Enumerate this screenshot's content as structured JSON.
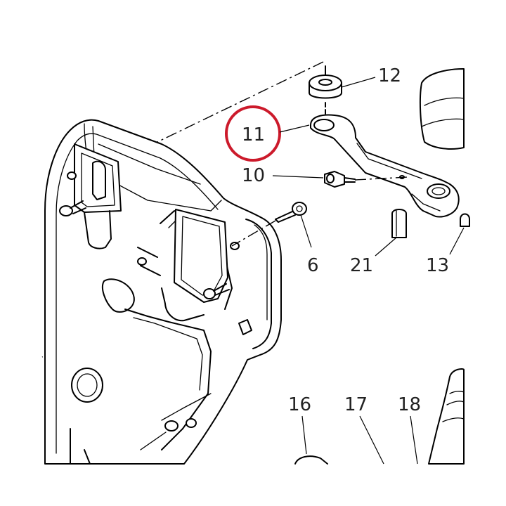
{
  "colors": {
    "highlight_ring": "#cc1a2b",
    "ink": "#000000",
    "background": "#ffffff"
  },
  "callouts": {
    "c12": "12",
    "c11": "11",
    "c10": "10",
    "c6": "6",
    "c21": "21",
    "c13": "13",
    "c16": "16",
    "c17": "17",
    "c18": "18"
  },
  "highlighted_part": "11"
}
